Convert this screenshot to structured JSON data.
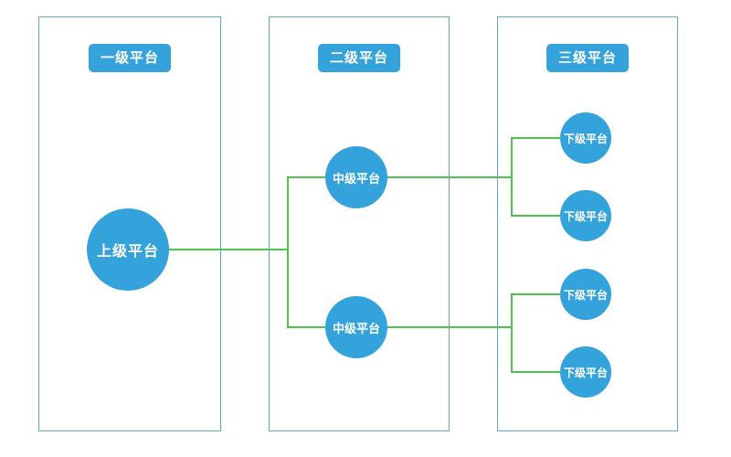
{
  "diagram": {
    "columns": [
      {
        "id": "level-1",
        "label": "一级平台"
      },
      {
        "id": "level-2",
        "label": "二级平台"
      },
      {
        "id": "level-3",
        "label": "三级平台"
      }
    ],
    "nodes": [
      {
        "id": "root",
        "label": "上级平台",
        "column": 0
      },
      {
        "id": "mid-1",
        "label": "中级平台",
        "column": 1
      },
      {
        "id": "mid-2",
        "label": "中级平台",
        "column": 1
      },
      {
        "id": "leaf-1",
        "label": "下级平台",
        "column": 2
      },
      {
        "id": "leaf-2",
        "label": "下级平台",
        "column": 2
      },
      {
        "id": "leaf-3",
        "label": "下级平台",
        "column": 2
      },
      {
        "id": "leaf-4",
        "label": "下级平台",
        "column": 2
      }
    ],
    "edges": [
      [
        "root",
        "mid-1"
      ],
      [
        "root",
        "mid-2"
      ],
      [
        "mid-1",
        "leaf-1"
      ],
      [
        "mid-1",
        "leaf-2"
      ],
      [
        "mid-2",
        "leaf-3"
      ],
      [
        "mid-2",
        "leaf-4"
      ]
    ],
    "colors": {
      "node_fill": "#35A3DB",
      "node_text": "#FFFFFF",
      "connector": "#4DC54D",
      "column_border": "#5FA5CE"
    }
  }
}
